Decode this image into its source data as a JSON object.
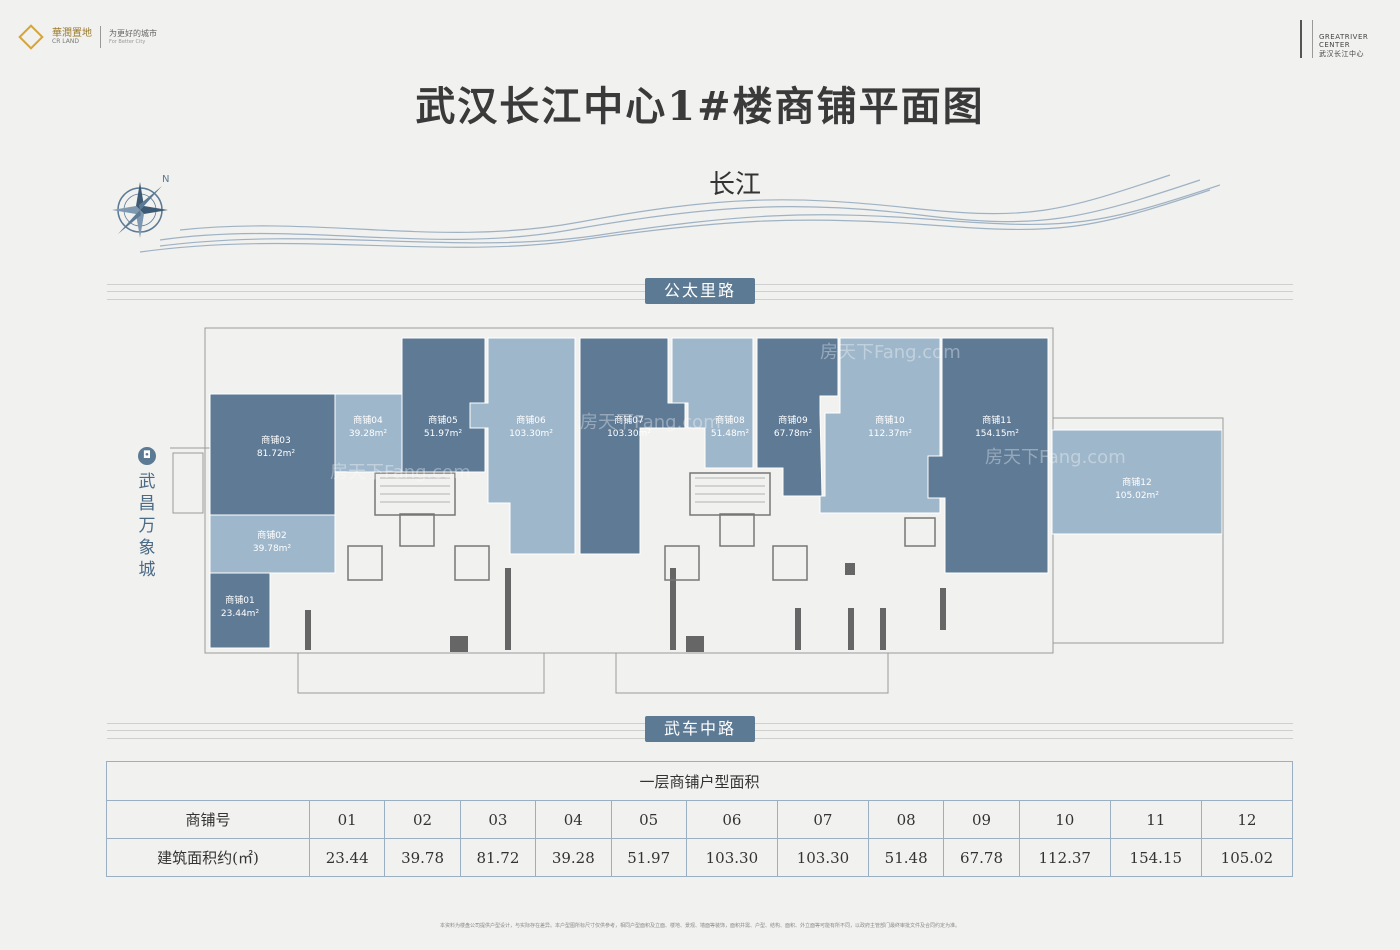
{
  "header": {
    "brand_left": "華潤置地",
    "brand_left_en": "CR LAND",
    "slogan": "为更好的城市",
    "slogan_en": "For Better City",
    "brand_right_en1": "GREATRIVER",
    "brand_right_en2": "CENTER",
    "brand_right_cn": "武汉长江中心"
  },
  "title": "武汉长江中心1#楼商铺平面图",
  "river_label": "长江",
  "north_label": "N",
  "roads": {
    "top": "公太里路",
    "bottom": "武车中路"
  },
  "side_label": [
    "武",
    "昌",
    "万",
    "象",
    "城"
  ],
  "side_icon": "shopping-bag-icon",
  "watermark": "房天下Fang.com",
  "shops": [
    {
      "name": "商铺01",
      "area": "23.44m²"
    },
    {
      "name": "商铺02",
      "area": "39.78m²"
    },
    {
      "name": "商铺03",
      "area": "81.72m²"
    },
    {
      "name": "商铺04",
      "area": "39.28m²"
    },
    {
      "name": "商铺05",
      "area": "51.97m²"
    },
    {
      "name": "商铺06",
      "area": "103.30m²"
    },
    {
      "name": "商铺07",
      "area": "103.30m²"
    },
    {
      "name": "商铺08",
      "area": "51.48m²"
    },
    {
      "name": "商铺09",
      "area": "67.78m²"
    },
    {
      "name": "商铺10",
      "area": "112.37m²"
    },
    {
      "name": "商铺11",
      "area": "154.15m²"
    },
    {
      "name": "商铺12",
      "area": "105.02m²"
    }
  ],
  "colors": {
    "dark": "#5e7a95",
    "light": "#9fb7cb",
    "label_bg": "#5c7a94"
  },
  "table": {
    "caption": "一层商铺户型面积",
    "row1_label": "商铺号",
    "row2_label": "建筑面积约(㎡)",
    "numbers": [
      "01",
      "02",
      "03",
      "04",
      "05",
      "06",
      "07",
      "08",
      "09",
      "10",
      "11",
      "12"
    ],
    "areas": [
      "23.44",
      "39.78",
      "81.72",
      "39.28",
      "51.97",
      "103.30",
      "103.30",
      "51.48",
      "67.78",
      "112.37",
      "154.15",
      "105.02"
    ]
  },
  "footnote": "本资料为楼盘公司提供户型设计，与实际存在差异。本户型图所标尺寸仅供参考，相同户型面积及立面、楼地、景观、墙面等装饰，面积并需、户型、结构、面积、外立面等可能有所不同，以政府主管部门最终审批文件及合同约定为准。"
}
